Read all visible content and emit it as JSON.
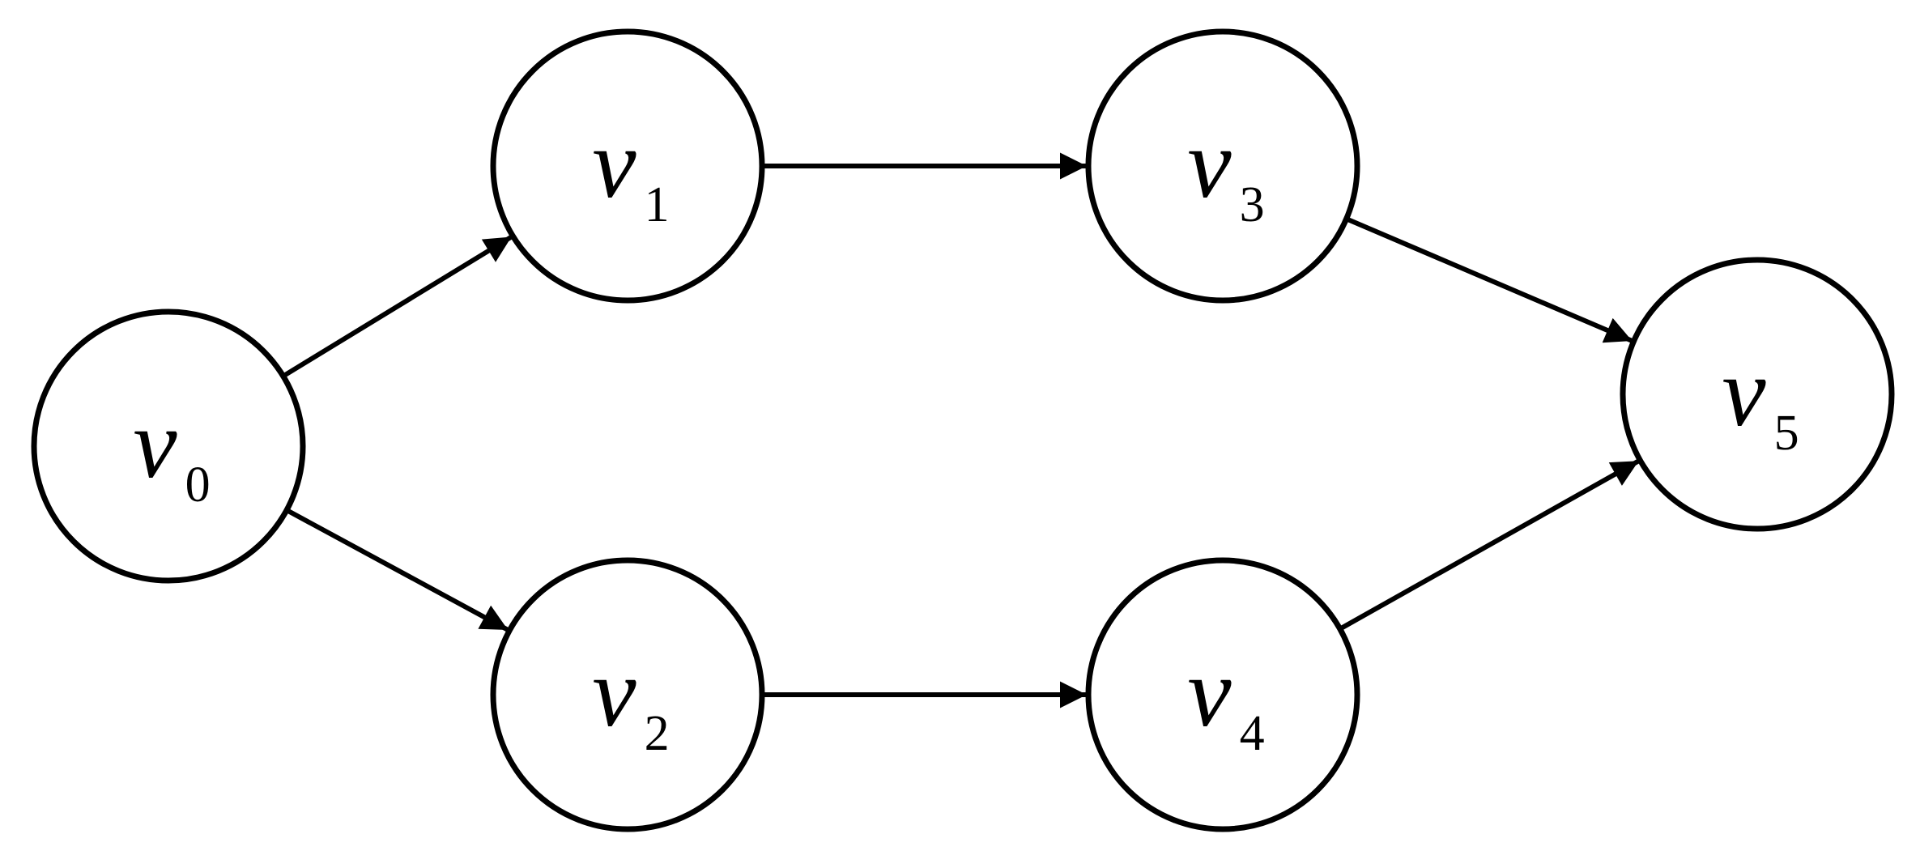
{
  "diagram": {
    "type": "directed-graph",
    "colors": {
      "stroke": "#000000",
      "fill": "#ffffff"
    },
    "nodes": [
      {
        "id": "v0",
        "var": "v",
        "sub": "0"
      },
      {
        "id": "v1",
        "var": "v",
        "sub": "1"
      },
      {
        "id": "v2",
        "var": "v",
        "sub": "2"
      },
      {
        "id": "v3",
        "var": "v",
        "sub": "3"
      },
      {
        "id": "v4",
        "var": "v",
        "sub": "4"
      },
      {
        "id": "v5",
        "var": "v",
        "sub": "5"
      }
    ],
    "edges": [
      {
        "from": "v0",
        "to": "v1"
      },
      {
        "from": "v0",
        "to": "v2"
      },
      {
        "from": "v1",
        "to": "v3"
      },
      {
        "from": "v2",
        "to": "v4"
      },
      {
        "from": "v3",
        "to": "v5"
      },
      {
        "from": "v4",
        "to": "v5"
      }
    ]
  }
}
